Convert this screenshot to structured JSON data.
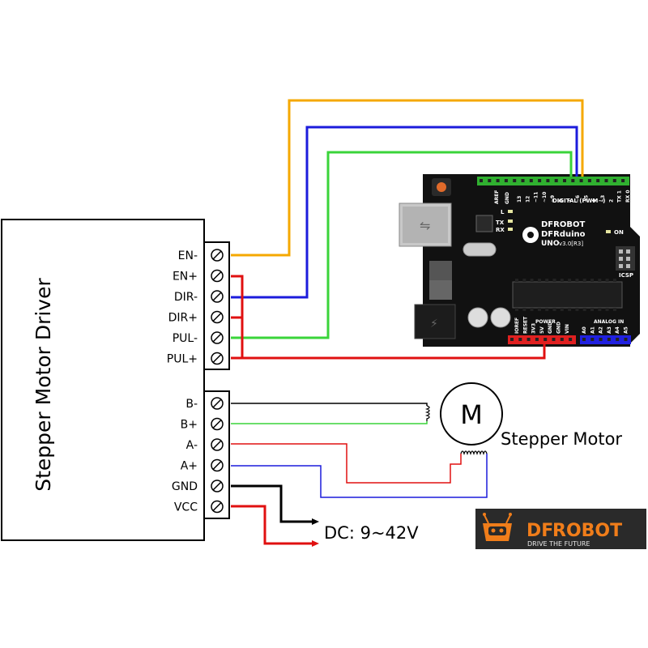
{
  "driver": {
    "title": "Stepper Motor Driver",
    "signal_pins": [
      "EN-",
      "EN+",
      "DIR-",
      "DIR+",
      "PUL-",
      "PUL+"
    ],
    "motor_pins": [
      "B-",
      "B+",
      "A-",
      "A+",
      "GND",
      "VCC"
    ]
  },
  "motor": {
    "symbol": "M",
    "label": "Stepper Motor"
  },
  "power": {
    "label": "DC: 9~42V"
  },
  "arduino": {
    "brand": "DFROBOT",
    "model": "DFRduino",
    "version_main": "UNO",
    "version_sub": "v3.0[R3]",
    "digital_label": "DIGITAL (PWM~)",
    "power_label": "POWER",
    "analog_label": "ANALOG IN",
    "icsp_label": "ICSP",
    "on_label": "ON",
    "tx_label": "TX",
    "rx_label": "RX",
    "l_label": "L",
    "aref_label": "AREF",
    "gnd_label": "GND",
    "digital_pins": [
      "13",
      "12",
      "~11",
      "~10",
      "~9",
      "8",
      "7",
      "~6",
      "~5",
      "4",
      "~3",
      "2",
      "TX 1",
      "RX 0"
    ],
    "power_pins": [
      "IOREF",
      "RESET",
      "3V3",
      "5V",
      "GND",
      "GND",
      "VIN"
    ],
    "analog_pins": [
      "A0",
      "A1",
      "A2",
      "A3",
      "A4",
      "A5"
    ]
  },
  "logo": {
    "brand_left": "DF",
    "brand_right": "ROBOT",
    "tagline": "DRIVE THE FUTURE"
  },
  "colors": {
    "orange_wire": "#f5a800",
    "blue_wire": "#1c1cdc",
    "green_wire": "#3ad43a",
    "red_wire": "#e01010",
    "black_wire": "#000000",
    "board": "#111111",
    "header_green": "#30b030",
    "header_red": "#e02020",
    "header_blue": "#2020e0",
    "logo_orange": "#f07d1a",
    "logo_bg": "#2a2a2a"
  }
}
